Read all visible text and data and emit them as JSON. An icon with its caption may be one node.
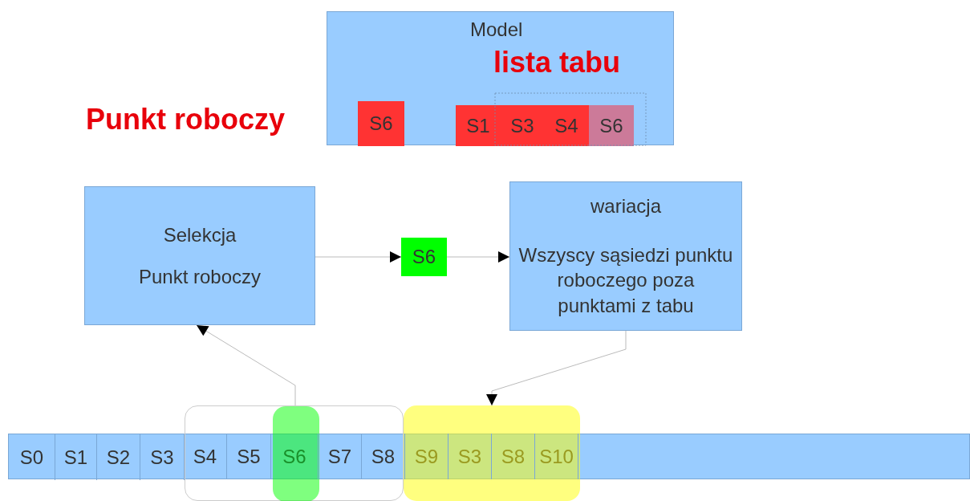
{
  "diagram": {
    "nodes": [
      {
        "text": [
          "Model",
          "lista tabu"
        ]
      },
      {
        "text": [
          "S6"
        ],
        "in": 0
      },
      {
        "text": [
          "S1"
        ],
        "in": 0
      },
      {
        "text": [
          "S3"
        ],
        "in": 0
      },
      {
        "text": [
          "S4"
        ],
        "in": 0
      },
      {
        "text": [
          "S6"
        ],
        "in": 0
      },
      {
        "text": [
          "Selekcja",
          "Punkt roboczy"
        ]
      },
      {
        "text": [
          "S6"
        ]
      },
      {
        "text": [
          "wariacja",
          "Wszyscy sąsiedzi punktu roboczego poza punktami z tabu"
        ]
      },
      {
        "text": [],
        "shape": "bar"
      },
      {
        "text": [
          "S0"
        ],
        "in": 9
      },
      {
        "text": [
          "S1"
        ],
        "in": 9
      },
      {
        "text": [
          "S2"
        ],
        "in": 9
      },
      {
        "text": [
          "S3"
        ],
        "in": 9
      },
      {
        "text": [
          "S4"
        ]
      },
      {
        "text": [
          "S5"
        ]
      },
      {
        "text": [
          "S6"
        ]
      },
      {
        "text": [
          "S7"
        ]
      },
      {
        "text": [
          "S8"
        ]
      },
      {
        "text": [
          "S9"
        ]
      },
      {
        "text": [
          "S3"
        ]
      },
      {
        "text": [
          "S8"
        ]
      },
      {
        "text": [
          "S10"
        ]
      },
      {
        "text": [],
        "shape": "box"
      },
      {
        "text": [],
        "shape": "box",
        "in": 23
      },
      {
        "text": [],
        "shape": "box"
      }
    ],
    "edges": [
      {
        "from": 24,
        "to": 6,
        "arrow": "to"
      },
      {
        "from": 6,
        "to": 7,
        "arrow": "to"
      },
      {
        "from": 7,
        "to": 8,
        "arrow": "to"
      },
      {
        "from": 8,
        "to": 25,
        "arrow": "to"
      }
    ],
    "labels": [
      "Punkt roboczy"
    ]
  }
}
